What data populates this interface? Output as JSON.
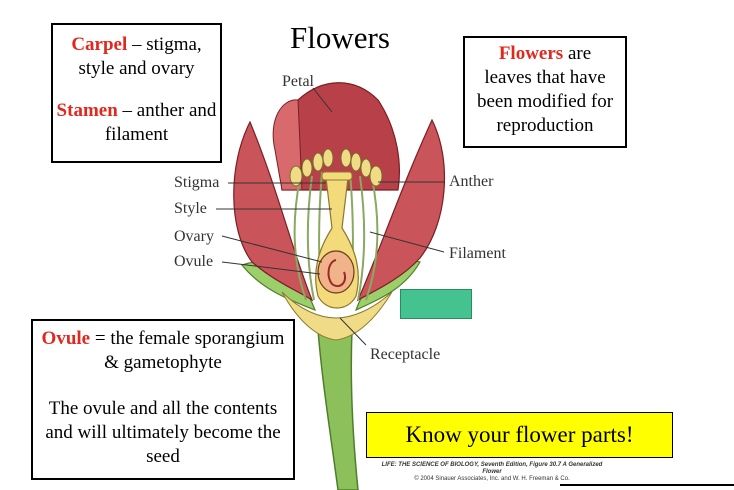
{
  "title": "Flowers",
  "carpel_box": {
    "term1": "Carpel",
    "text1": " – stigma, style and ovary",
    "term2": "Stamen",
    "text2": " – anther and filament"
  },
  "flowers_box": {
    "term": "Flowers",
    "text": " are leaves that have been modified for reproduction"
  },
  "ovule_box": {
    "term": "Ovule",
    "text": " = the female sporangium & gametophyte",
    "text2": "The ovule and all the contents and will ultimately become the seed"
  },
  "know_box": "Know your flower parts!",
  "labels": {
    "petal": "Petal",
    "stigma": "Stigma",
    "style": "Style",
    "ovary": "Ovary",
    "ovule": "Ovule",
    "anther": "Anther",
    "filament": "Filament",
    "receptacle": "Receptacle"
  },
  "credit": {
    "line1": "LIFE: THE SCIENCE OF BIOLOGY, Seventh Edition, Figure 30.7  A Generalized Flower",
    "line2": "© 2004 Sinauer Associates, Inc. and W. H. Freeman & Co."
  },
  "colors": {
    "accent_red": "#e0281e",
    "highlight_yellow": "#ffff00",
    "blank_label_green": "#44c28f"
  }
}
